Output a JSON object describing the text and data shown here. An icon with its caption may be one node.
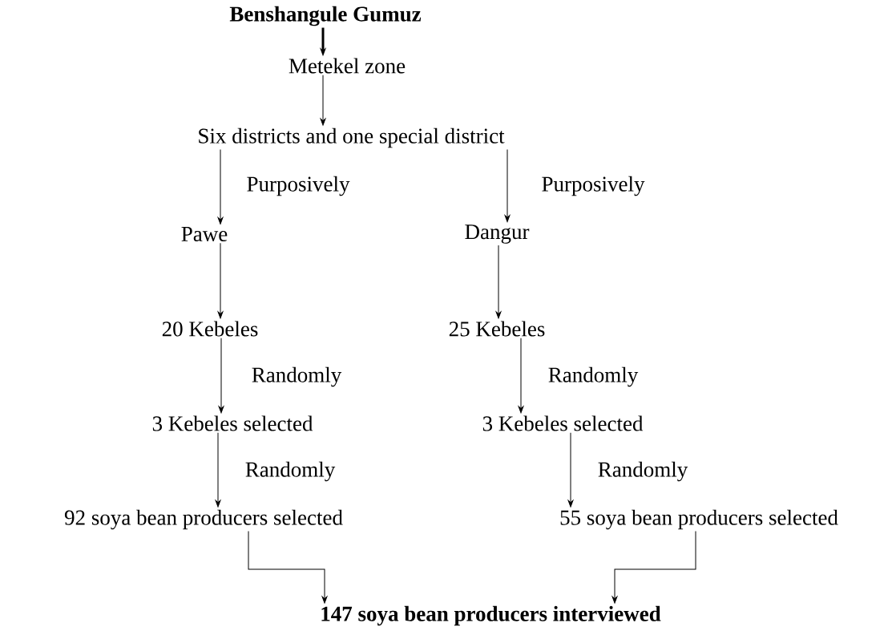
{
  "diagram": {
    "nodes": [
      {
        "text": [
          "Benshangule Gumuz"
        ]
      },
      {
        "text": [
          "Metekel zone"
        ]
      },
      {
        "text": [
          "Six districts and one special district"
        ]
      },
      {
        "text": [
          "Pawe"
        ]
      },
      {
        "text": [
          "Dangur"
        ]
      },
      {
        "text": [
          "20 Kebeles"
        ]
      },
      {
        "text": [
          "25 Kebeles"
        ]
      },
      {
        "text": [
          "3 Kebeles selected"
        ]
      },
      {
        "text": [
          "3 Kebeles selected"
        ]
      },
      {
        "text": [
          "92 soya bean producers selected"
        ]
      },
      {
        "text": [
          "55 soya bean producers selected"
        ]
      },
      {
        "text": [
          "147 soya bean producers interviewed"
        ]
      }
    ],
    "edges": [
      {
        "from": 0,
        "to": 1,
        "arrow": "to",
        "style": "thick"
      },
      {
        "from": 1,
        "to": 2,
        "arrow": "to"
      },
      {
        "from": 2,
        "to": 3,
        "arrow": "to",
        "label": "Purposively"
      },
      {
        "from": 2,
        "to": 4,
        "arrow": "to",
        "label": "Purposively"
      },
      {
        "from": 3,
        "to": 5,
        "arrow": "to"
      },
      {
        "from": 4,
        "to": 6,
        "arrow": "to"
      },
      {
        "from": 5,
        "to": 7,
        "arrow": "to",
        "label": "Randomly"
      },
      {
        "from": 6,
        "to": 8,
        "arrow": "to",
        "label": "Randomly"
      },
      {
        "from": 7,
        "to": 9,
        "arrow": "to",
        "label": "Randomly"
      },
      {
        "from": 8,
        "to": 10,
        "arrow": "to",
        "label": "Randomly"
      },
      {
        "from": 9,
        "to": 11,
        "arrow": "to"
      },
      {
        "from": 10,
        "to": 11,
        "arrow": "to"
      }
    ]
  }
}
